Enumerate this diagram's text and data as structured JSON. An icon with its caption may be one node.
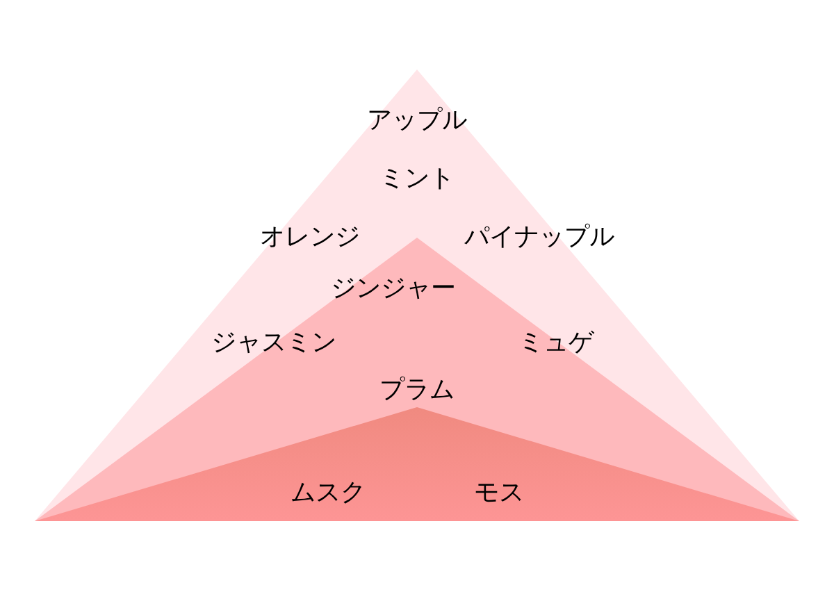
{
  "diagram": {
    "nodes": [
      {
        "text": [
          "アップル",
          "ミント",
          "オレンジ",
          "パイナップル"
        ]
      },
      {
        "text": [
          "ジンジャー",
          "ジャスミン",
          "ミュゲ",
          "プラム"
        ],
        "in": 0
      },
      {
        "text": [
          "ムスク",
          "モス"
        ],
        "in": 1
      }
    ]
  }
}
